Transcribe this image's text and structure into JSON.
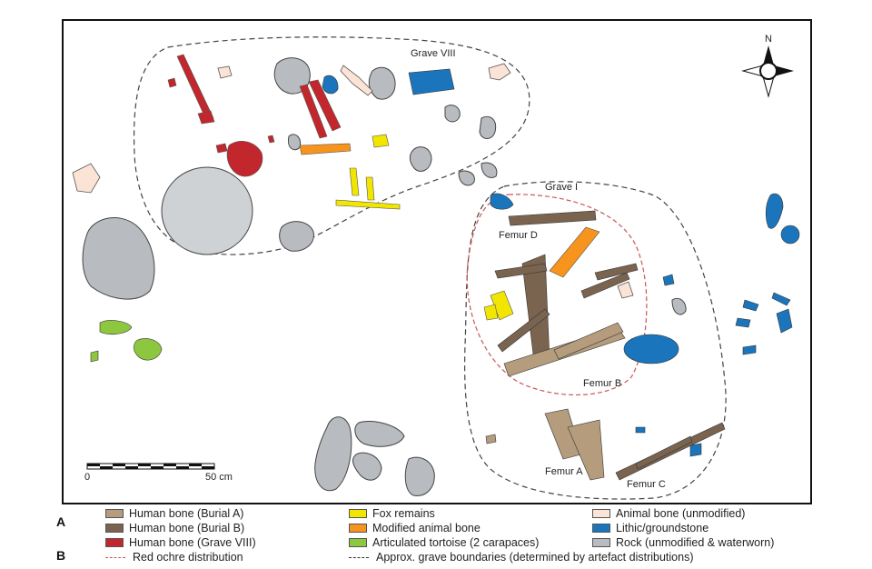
{
  "map": {
    "graves": {
      "grave_viii": "Grave VIII",
      "grave_i": "Grave I"
    },
    "femurs": {
      "a": "Femur A",
      "b": "Femur B",
      "c": "Femur C",
      "d": "Femur D"
    },
    "north": "N",
    "scale": {
      "start": "0",
      "end": "50 cm"
    }
  },
  "panels": {
    "a": "A",
    "b": "B"
  },
  "legend": {
    "human_burial_a": "Human bone (Burial A)",
    "human_burial_b": "Human bone (Burial B)",
    "human_grave_viii": "Human bone (Grave VIII)",
    "fox": "Fox remains",
    "modified_animal": "Modified animal bone",
    "tortoise": "Articulated tortoise (2 carapaces)",
    "animal_unmodified": "Animal bone (unmodified)",
    "lithic": "Lithic/groundstone",
    "rock": "Rock (unmodified & waterworn)",
    "red_ochre": "Red ochre distribution",
    "grave_boundaries": "Approx. grave boundaries (determined by artefact distributions)"
  },
  "colors": {
    "burial_a": "#b59c7d",
    "burial_b": "#7a6450",
    "grave_viii": "#c1272d",
    "fox": "#f2e600",
    "modified": "#f7941d",
    "tortoise": "#8dc63f",
    "animal": "#fbe3d6",
    "lithic": "#1b75bc",
    "rock": "#b8bcc0",
    "ochre_line": "#c9575a"
  }
}
